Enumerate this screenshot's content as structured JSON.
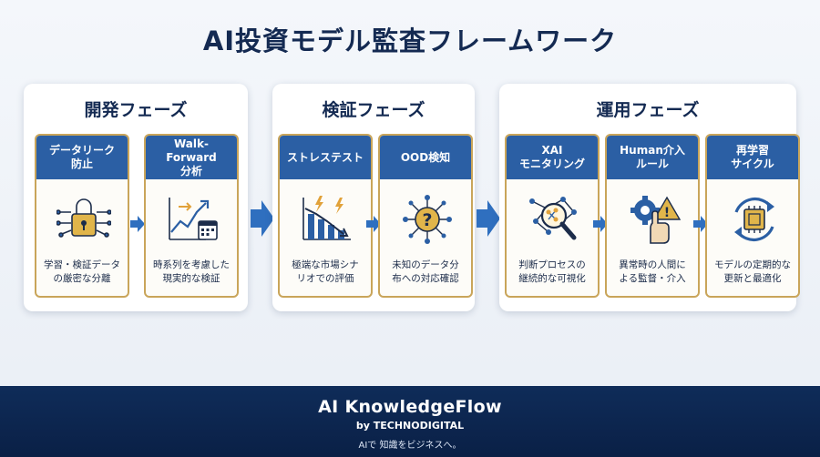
{
  "title": "AI投資モデル監査フレームワーク",
  "phases": [
    {
      "title": "開発フェーズ",
      "cards": [
        {
          "head": "データリーク\n防止",
          "icon": "lock-circuit-icon",
          "desc": "学習・検証データ\nの厳密な分離"
        },
        {
          "head": "Walk-Forward\n分析",
          "icon": "chart-calendar-icon",
          "desc": "時系列を考慮した\n現実的な検証"
        }
      ]
    },
    {
      "title": "検証フェーズ",
      "cards": [
        {
          "head": "ストレステスト",
          "icon": "crash-chart-icon",
          "desc": "極端な市場シナ\nリオでの評価"
        },
        {
          "head": "OOD検知",
          "icon": "question-network-icon",
          "desc": "未知のデータ分\n布への対応確認"
        }
      ]
    },
    {
      "title": "運用フェーズ",
      "cards": [
        {
          "head": "XAI\nモニタリング",
          "icon": "magnifier-network-icon",
          "desc": "判断プロセスの\n継続的な可視化"
        },
        {
          "head": "Human介入\nルール",
          "icon": "hand-gear-warning-icon",
          "desc": "異常時の人間に\nよる監督・介入"
        },
        {
          "head": "再学習\nサイクル",
          "icon": "chip-cycle-icon",
          "desc": "モデルの定期的な\n更新と最適化"
        }
      ]
    }
  ],
  "footer": {
    "brand": "AI KnowledgeFlow",
    "by": "by TECHNODIGITAL",
    "tagline": "AIで 知識をビジネスへ。"
  },
  "colors": {
    "navy": "#142a52",
    "header_blue": "#2b5fa4",
    "gold": "#c9a55a",
    "arrow_blue": "#2f6fbf"
  }
}
